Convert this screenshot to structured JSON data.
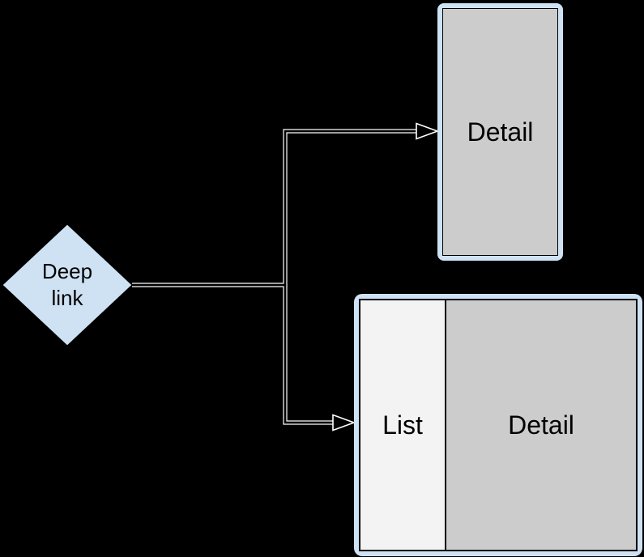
{
  "background_color": "#000000",
  "diamond": {
    "label_lines": [
      "Deep",
      "link"
    ],
    "full_label": "Deep link",
    "fill": "#cfe2f3",
    "shape": "decision-diamond"
  },
  "detail_panel": {
    "label": "Detail",
    "frame_color": "#cfe2f3",
    "fill": "#cccccc",
    "orientation": "portrait"
  },
  "list_detail_panel": {
    "list_label": "List",
    "detail_label": "Detail",
    "frame_color": "#cfe2f3",
    "list_fill": "#f3f3f3",
    "detail_fill": "#cccccc",
    "orientation": "landscape"
  },
  "connectors": {
    "style": "orthogonal",
    "casing_color": "#ffffff",
    "core_color": "#000000",
    "arrowhead": "hollow-triangle",
    "from": "Deep link",
    "targets": [
      "Detail",
      "List Detail"
    ]
  }
}
